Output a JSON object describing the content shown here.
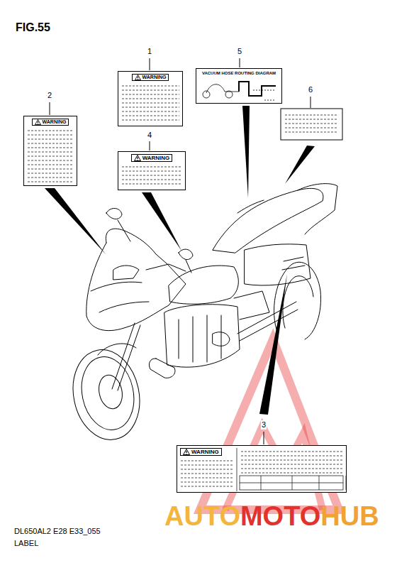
{
  "diagram": {
    "title": "FIG.55",
    "nodes": [
      {
        "text": [
          "WARNING"
        ]
      },
      {
        "text": [
          "VACUUM HOSE ROUTING DIAGRAM"
        ]
      },
      {
        "text": [
          "WARNING"
        ]
      },
      {
        "text": [
          "WARNING"
        ]
      },
      {
        "text": [
          "WARNING"
        ]
      }
    ],
    "labels": [
      "1",
      "2",
      "3",
      "4",
      "5",
      "6",
      "DL650AL2 E28 E33_055",
      "LABEL",
      "AUTO",
      "MOTO",
      "HUB"
    ]
  }
}
